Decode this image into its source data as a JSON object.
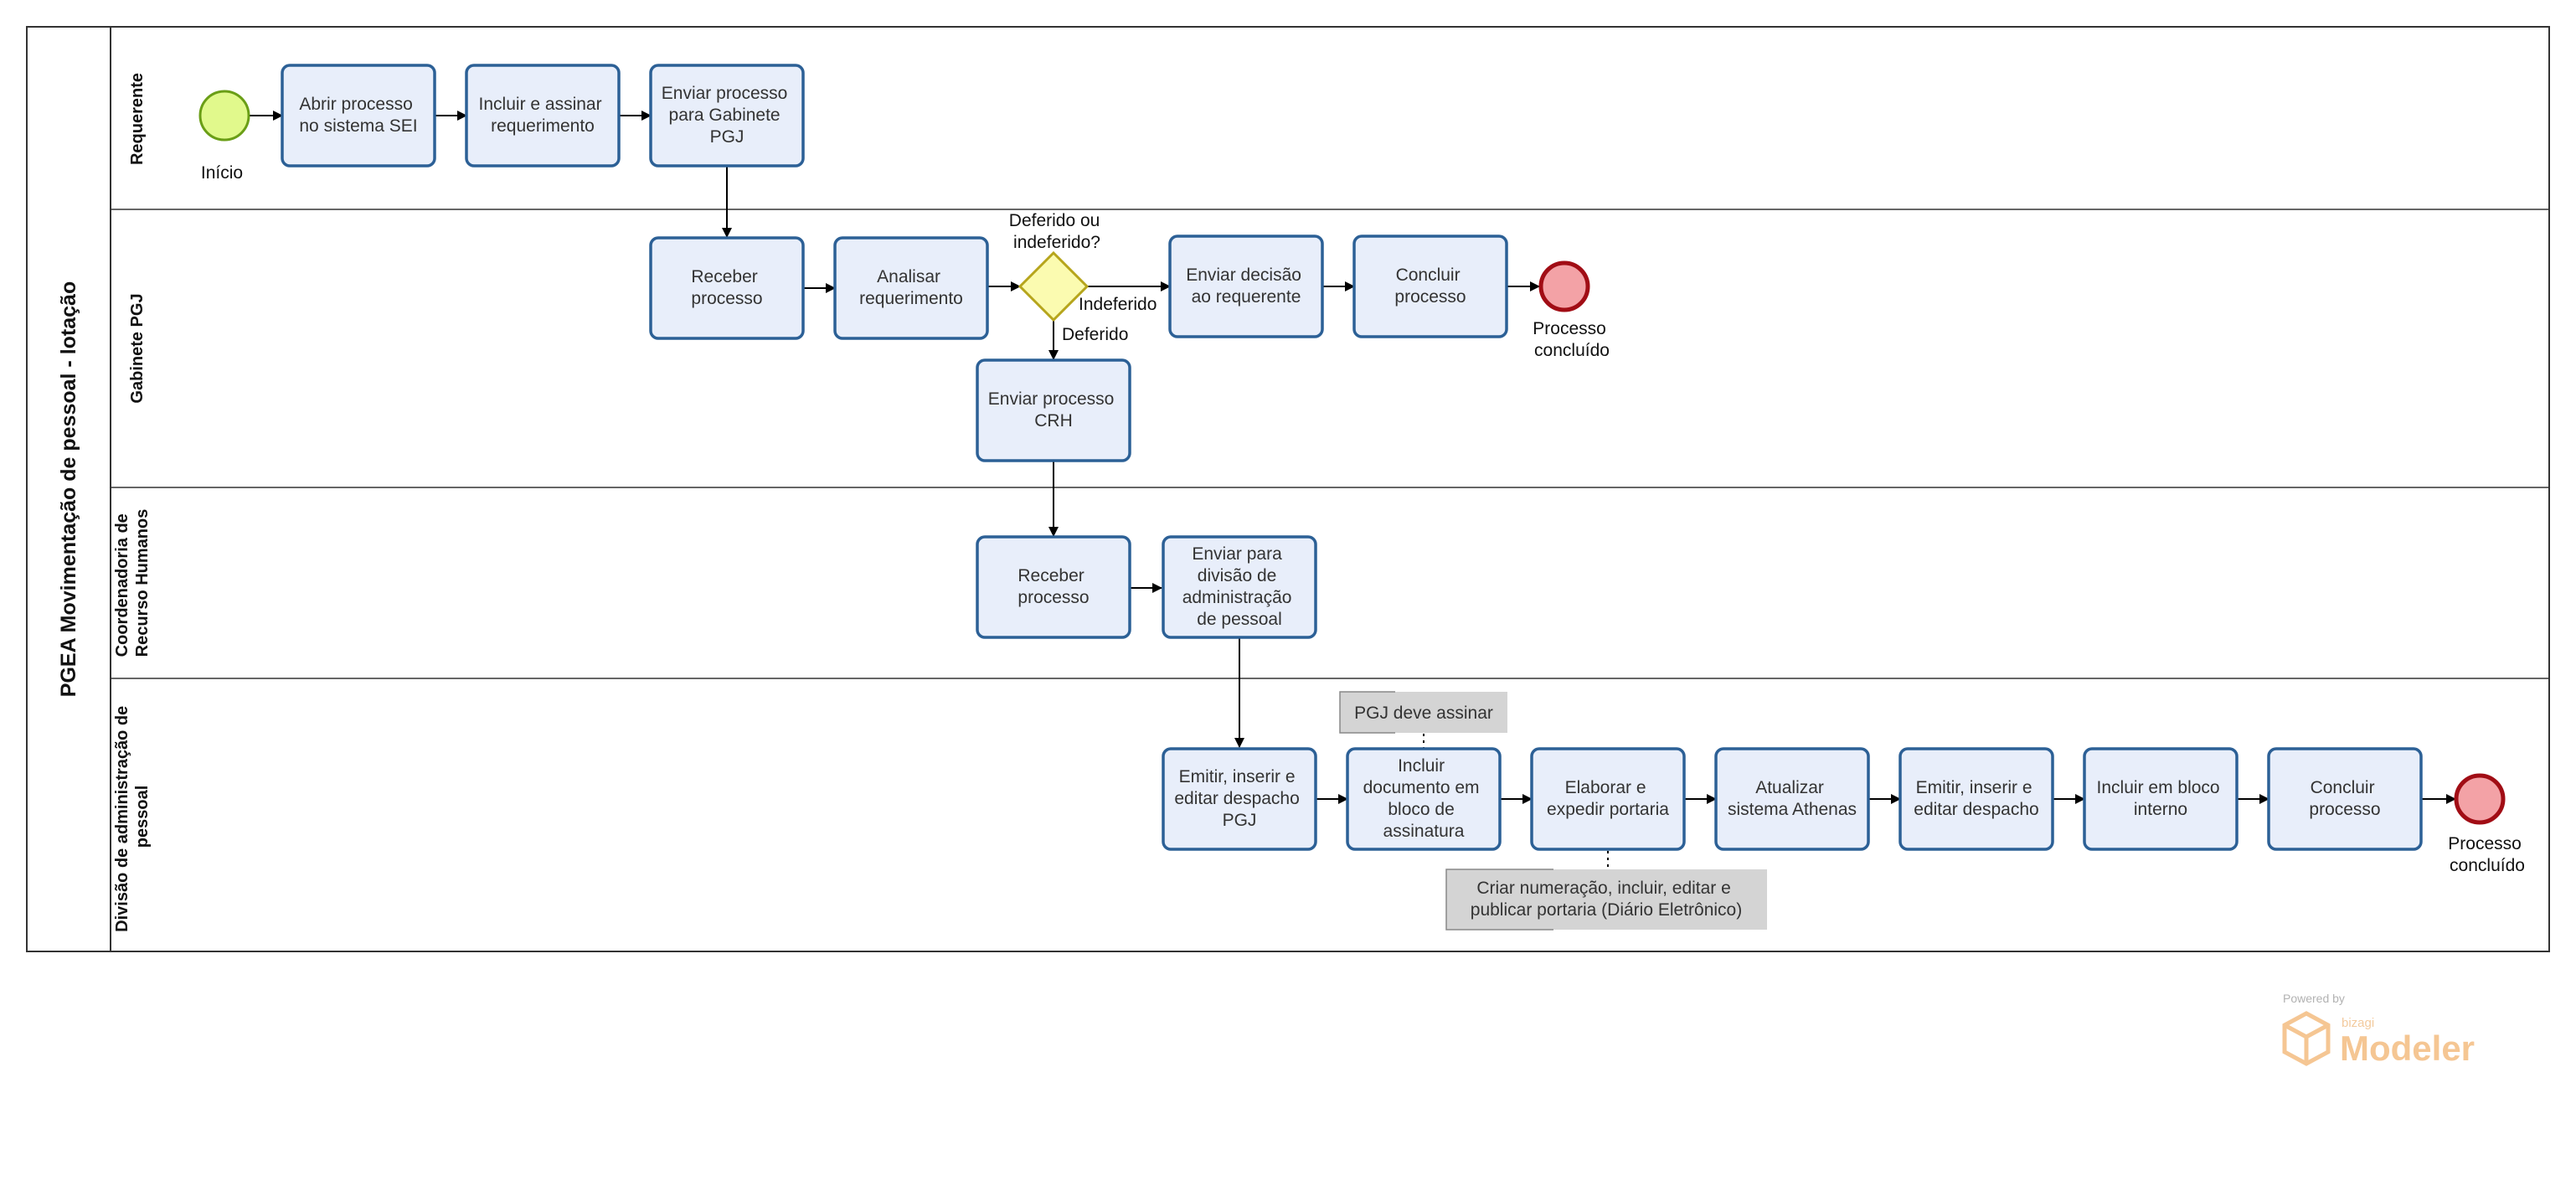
{
  "pool": {
    "title": "PGEA Movimentação de pessoal - lotação"
  },
  "lanes": {
    "requerente": "Requerente",
    "gabinete": "Gabinete PGJ",
    "coord_rh": [
      "Coordenadoria de",
      "Recurso Humanos"
    ],
    "divisao": [
      "Divisão de administração de",
      "pessoal"
    ]
  },
  "events": {
    "start": "Início",
    "end_gabinete": [
      "Processo",
      "concluído"
    ],
    "end_divisao": [
      "Processo",
      "concluído"
    ]
  },
  "tasks": {
    "abrir": [
      "Abrir processo",
      "no sistema SEI"
    ],
    "incluir_assinar": [
      "Incluir e assinar",
      "requerimento"
    ],
    "enviar_gabinete": [
      "Enviar processo",
      "para Gabinete",
      "PGJ"
    ],
    "receber_gabinete": [
      "Receber",
      "processo"
    ],
    "analisar": [
      "Analisar",
      "requerimento"
    ],
    "enviar_decisao": [
      "Enviar decisão",
      "ao requerente"
    ],
    "concluir_gabinete": [
      "Concluir",
      "processo"
    ],
    "enviar_crh": [
      "Enviar processo",
      "CRH"
    ],
    "receber_crh": [
      "Receber",
      "processo"
    ],
    "enviar_divisao": [
      "Enviar para",
      "divisão de",
      "administração",
      "de pessoal"
    ],
    "emitir_pgj": [
      "Emitir, inserir e",
      "editar despacho",
      "PGJ"
    ],
    "incluir_doc": [
      "Incluir",
      "documento em",
      "bloco de",
      "assinatura"
    ],
    "elaborar": [
      "Elaborar e",
      "expedir portaria"
    ],
    "atualizar": [
      "Atualizar",
      "sistema Athenas"
    ],
    "emitir_despacho": [
      "Emitir, inserir e",
      "editar despacho"
    ],
    "incluir_bloco": [
      "Incluir em bloco",
      "interno"
    ],
    "concluir_divisao": [
      "Concluir",
      "processo"
    ]
  },
  "gateway": {
    "question": [
      "Deferido ou",
      "indeferido?"
    ]
  },
  "flows": {
    "indeferido": "Indeferido",
    "deferido": "Deferido"
  },
  "annotations": {
    "pgj_assinar": "PGJ deve assinar",
    "criar_numeracao": [
      "Criar numeração, incluir, editar e",
      "publicar portaria (Diário Eletrônico)"
    ]
  },
  "watermark": {
    "powered": "Powered by",
    "brand": "bizagi",
    "product": "Modeler"
  },
  "colors": {
    "task_fill": "#e8eefa",
    "task_stroke": "#2c6096",
    "start_fill": "#e1f98c",
    "start_stroke": "#6a9e16",
    "end_fill": "#f3a2a6",
    "end_stroke": "#a10d15",
    "gateway_fill": "#fbfbb0",
    "gateway_stroke": "#b6a51c",
    "annotation_fill": "#d4d4d4"
  }
}
